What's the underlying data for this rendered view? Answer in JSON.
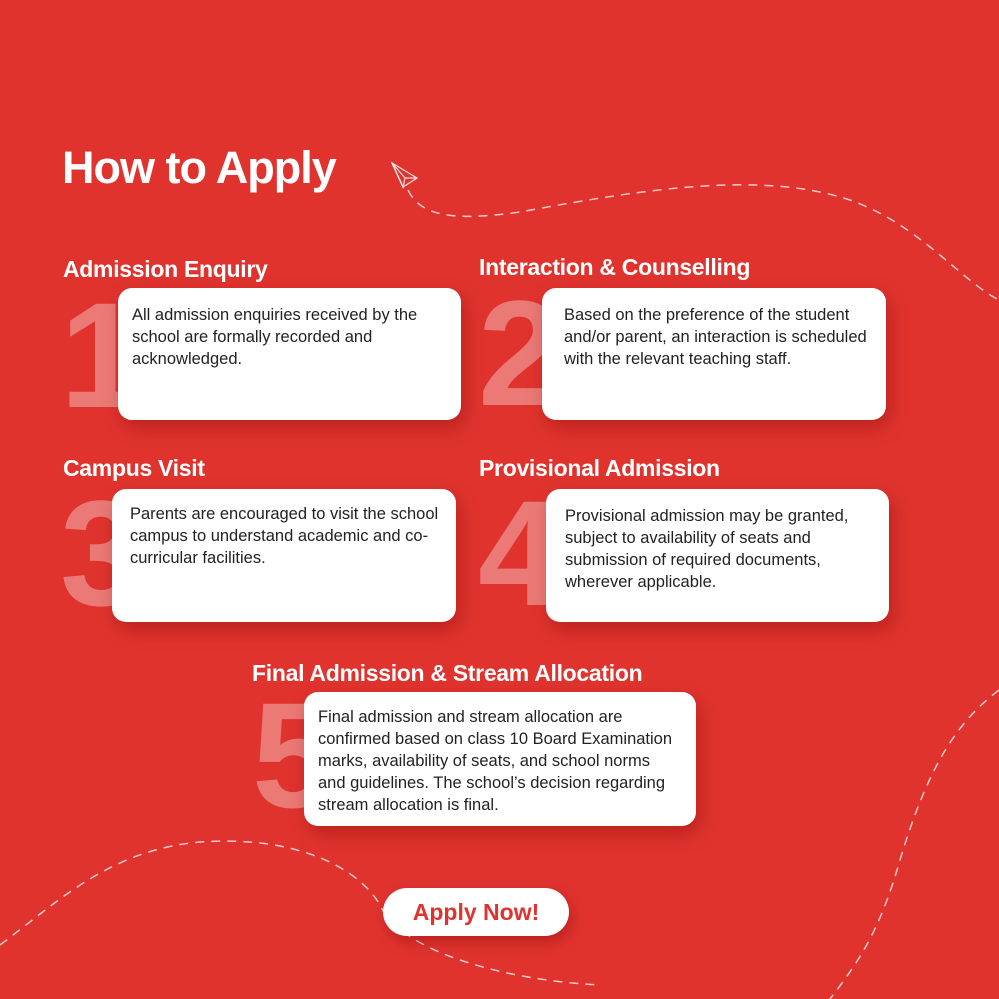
{
  "title": "How to Apply",
  "icons": {
    "paper_plane": "paper-plane-icon"
  },
  "steps": [
    {
      "number": "1",
      "heading": "Admission Enquiry",
      "text": "All admission enquiries received by the school are formally recorded and acknowledged."
    },
    {
      "number": "2",
      "heading": "Interaction & Counselling",
      "text": "Based on the preference of the student and/or parent, an interaction is scheduled with the relevant teaching staff."
    },
    {
      "number": "3",
      "heading": "Campus Visit",
      "text": "Parents are encouraged to visit the school campus to understand academic and co-curricular facilities."
    },
    {
      "number": "4",
      "heading": "Provisional Admission",
      "text": "Provisional admission may be granted, subject to availability of seats and submission of required documents, wherever applicable."
    },
    {
      "number": "5",
      "heading": "Final Admission & Stream Allocation",
      "text": "Final admission and stream allocation are confirmed based on class 10 Board Examination marks, availability of seats, and school norms and guidelines. The school’s decision regarding stream allocation is final."
    }
  ],
  "cta": {
    "label": "Apply Now!"
  },
  "colors": {
    "background": "#e0332e",
    "card": "#ffffff",
    "text": "#222222"
  }
}
